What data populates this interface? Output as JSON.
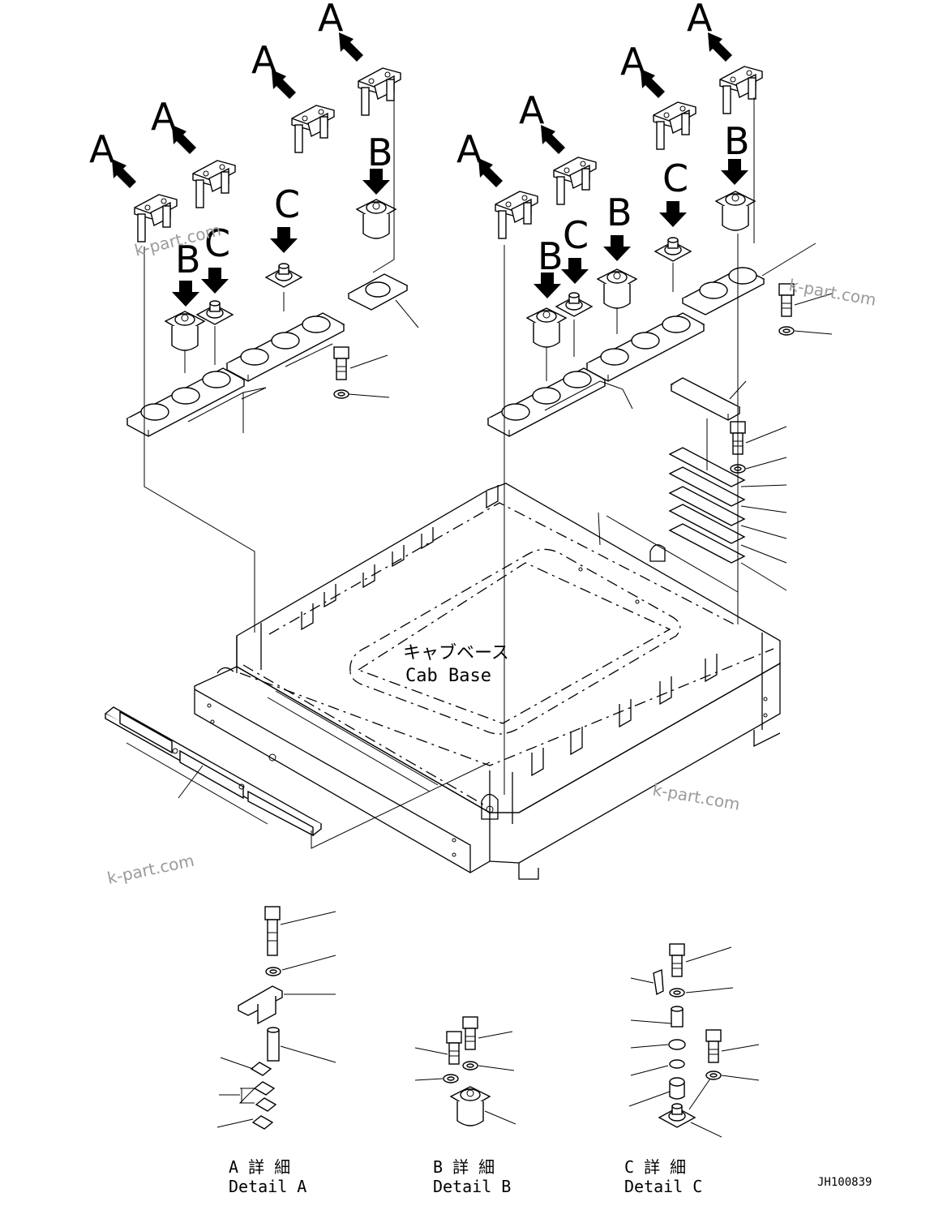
{
  "callout_letters": {
    "a": "A",
    "b": "B",
    "c": "C"
  },
  "cab_base": {
    "jp": "キャブベース",
    "en": "Cab Base"
  },
  "details": [
    {
      "jp": "A 詳 細",
      "en": "Detail A"
    },
    {
      "jp": "B 詳 細",
      "en": "Detail B"
    },
    {
      "jp": "C 詳 細",
      "en": "Detail C"
    }
  ],
  "drawing_number": "JH100839",
  "watermark": "k-part.com"
}
